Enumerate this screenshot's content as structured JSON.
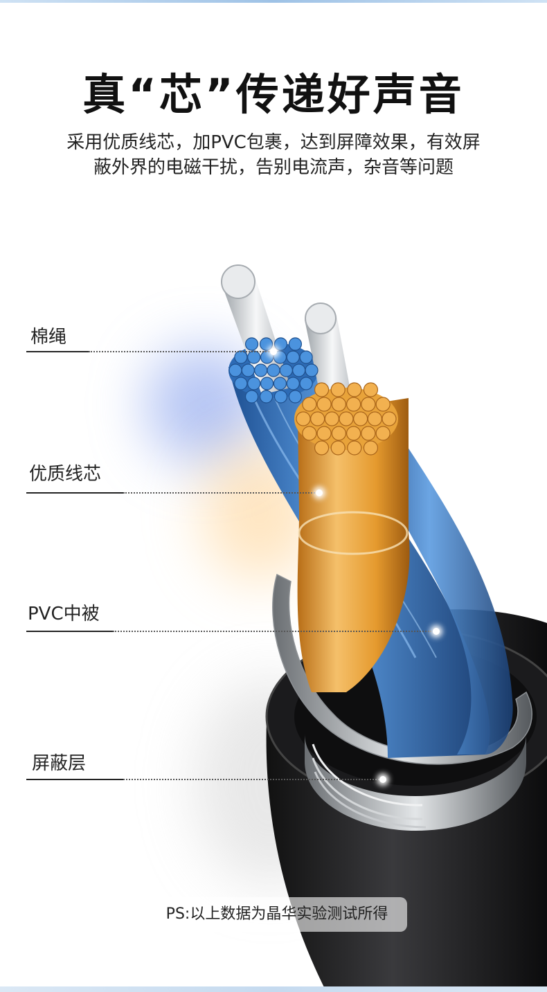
{
  "header": {
    "title": "真“芯”传递好声音",
    "description_line1": "采用优质线芯，加PVC包裹，达到屏障效果，有效屏",
    "description_line2": "蔽外界的电磁干扰，告别电流声，杂音等问题"
  },
  "callouts": [
    {
      "label": "棉绳"
    },
    {
      "label": "优质线芯"
    },
    {
      "label": "PVC中被"
    },
    {
      "label": "屏蔽层"
    }
  ],
  "footer": {
    "ps_note": "PS:以上数据为晶华实验测试所得"
  },
  "colors": {
    "text": "#111111",
    "copper": "#e8a33a",
    "blue_wire": "#3f7fc4",
    "silver_wire": "#d9dde1",
    "shield": "#a5a9ad",
    "jacket": "#1c1c1e"
  },
  "illustration": {
    "icon": "audio-cable-cross-section"
  }
}
